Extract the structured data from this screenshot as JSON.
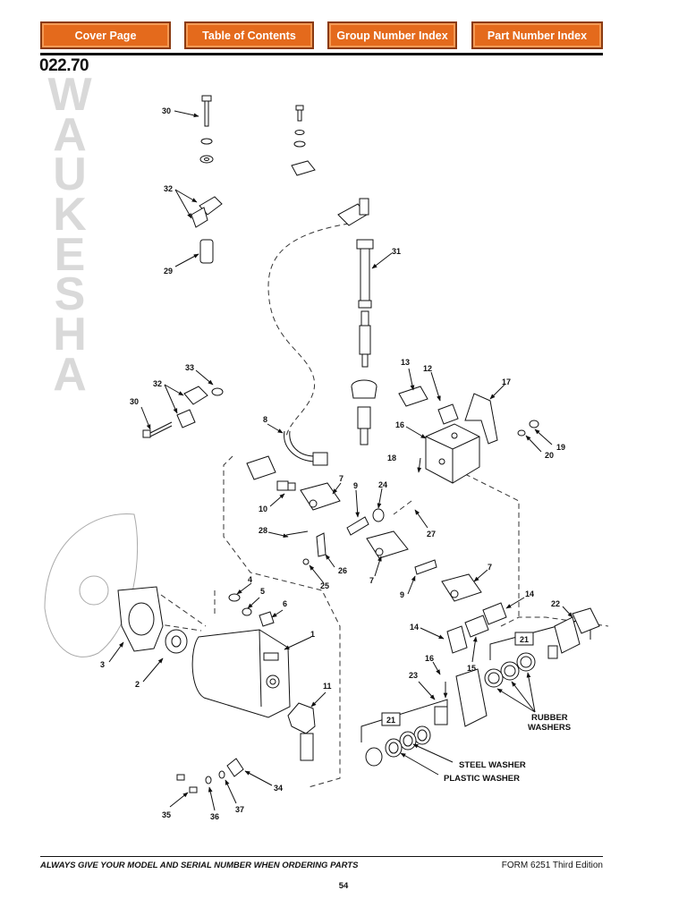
{
  "nav": {
    "cover_page": "Cover Page",
    "table_of_contents": "Table of Contents",
    "group_number_index": "Group Number Index",
    "part_number_index": "Part Number Index"
  },
  "page_number": "022.70",
  "watermark_letters": [
    "W",
    "A",
    "U",
    "K",
    "E",
    "S",
    "H",
    "A"
  ],
  "callouts": {
    "c1": "1",
    "c2": "2",
    "c3": "3",
    "c4": "4",
    "c5": "5",
    "c6": "6",
    "c7a": "7",
    "c7b": "7",
    "c7c": "7",
    "c8": "8",
    "c9a": "9",
    "c9b": "9",
    "c10": "10",
    "c11": "11",
    "c12": "12",
    "c13": "13",
    "c14a": "14",
    "c14b": "14",
    "c15": "15",
    "c16a": "16",
    "c16b": "16",
    "c17": "17",
    "c18": "18",
    "c19": "19",
    "c20": "20",
    "c21a": "21",
    "c21b": "21",
    "c22": "22",
    "c23": "23",
    "c24": "24",
    "c25": "25",
    "c26": "26",
    "c27": "27",
    "c28": "28",
    "c29": "29",
    "c30a": "30",
    "c30b": "30",
    "c31": "31",
    "c32a": "32",
    "c32b": "32",
    "c33": "33",
    "c34": "34",
    "c35": "35",
    "c36": "36",
    "c37": "37"
  },
  "notes": {
    "rubber_washers_1": "RUBBER",
    "rubber_washers_2": "WASHERS",
    "steel_washer": "STEEL WASHER",
    "plastic_washer": "PLASTIC WASHER"
  },
  "footer": {
    "notice": "ALWAYS GIVE YOUR MODEL AND SERIAL NUMBER WHEN ORDERING PARTS",
    "form": "FORM 6251 Third Edition",
    "page": "54"
  }
}
